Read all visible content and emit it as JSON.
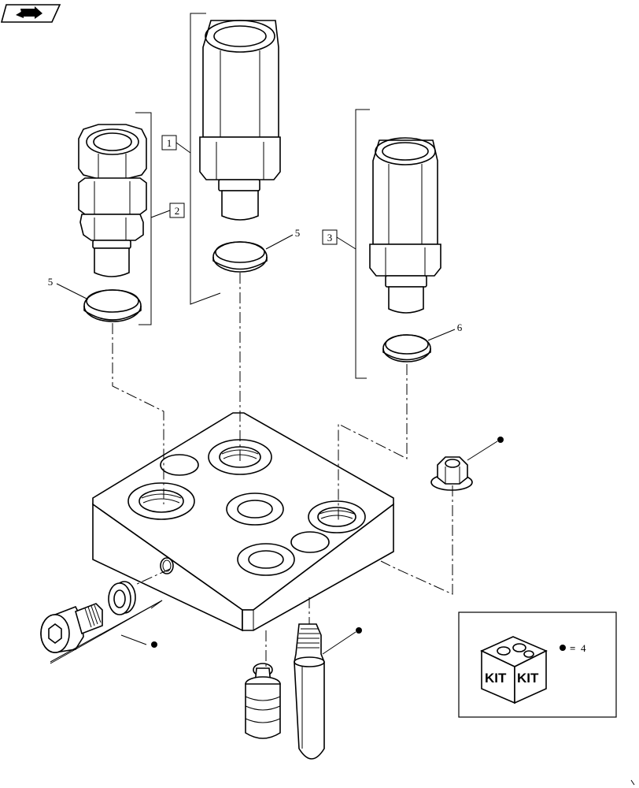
{
  "callouts": {
    "c1": "1",
    "c2": "2",
    "c3": "3",
    "c5a": "5",
    "c5b": "5",
    "c6": "6"
  },
  "kit": {
    "badge_left": "KIT",
    "badge_right": "KIT",
    "legend_equals": "=",
    "legend_ref": "4"
  }
}
